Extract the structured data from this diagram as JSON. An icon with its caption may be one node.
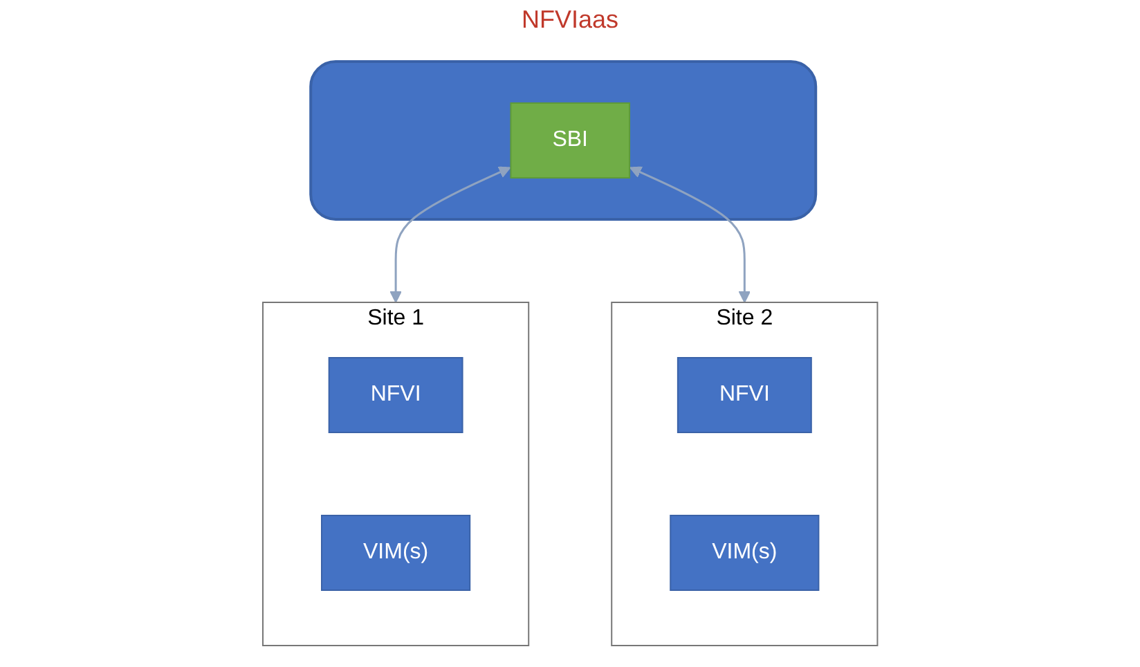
{
  "diagram": {
    "nodes": [
      {
        "text": [],
        "shape": "box"
      },
      {
        "text": [
          "SBI"
        ],
        "in": 0
      },
      {
        "text": [
          "Site 1"
        ]
      },
      {
        "text": [
          "NFVI"
        ],
        "in": 2
      },
      {
        "text": [
          "VIM(s)"
        ],
        "in": 2
      },
      {
        "text": [
          "Site 2"
        ]
      },
      {
        "text": [
          "NFVI"
        ],
        "in": 5
      },
      {
        "text": [
          "VIM(s)"
        ],
        "in": 5
      }
    ],
    "edges": [
      {
        "from": 1,
        "to": 2,
        "arrow": "both"
      },
      {
        "from": 1,
        "to": 5,
        "arrow": "both"
      }
    ],
    "labels": [
      "NFVIaas"
    ]
  }
}
